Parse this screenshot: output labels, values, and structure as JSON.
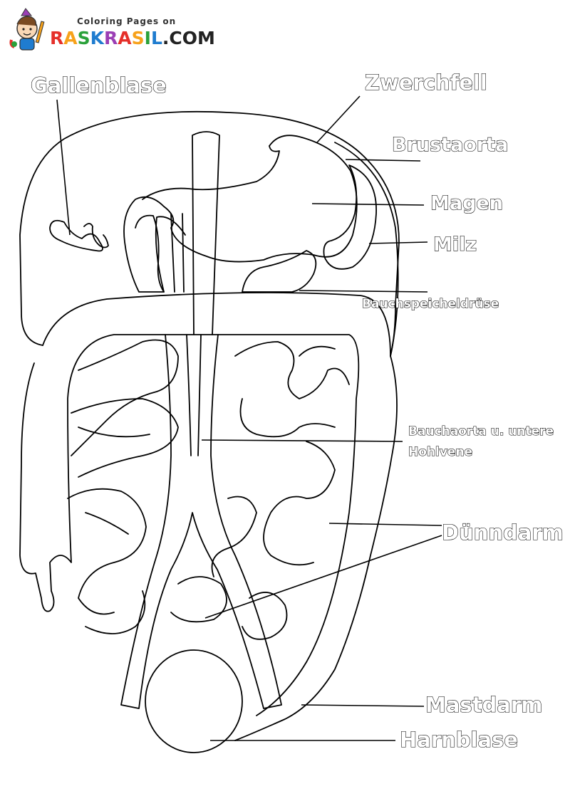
{
  "logo": {
    "tagline": "Coloring Pages on",
    "brand": "RASKRASIL",
    "domain_suffix": ".COM",
    "brand_colors": [
      "#e5302a",
      "#f7a21b",
      "#2aa13a",
      "#1f7ccf",
      "#9b3fb5"
    ]
  },
  "labels": {
    "gallbladder": "Gallenblase",
    "diaphragm": "Zwerchfell",
    "thoracic_aorta": "Brustaorta",
    "stomach": "Magen",
    "spleen": "Milz",
    "pancreas": "Bauchspeicheldrüse",
    "aorta_line1": "Bauchaorta u. untere",
    "aorta_line2": "Hohlvene",
    "small_intestine": "Dünndarm",
    "rectum": "Mastdarm",
    "bladder": "Harnblase"
  }
}
